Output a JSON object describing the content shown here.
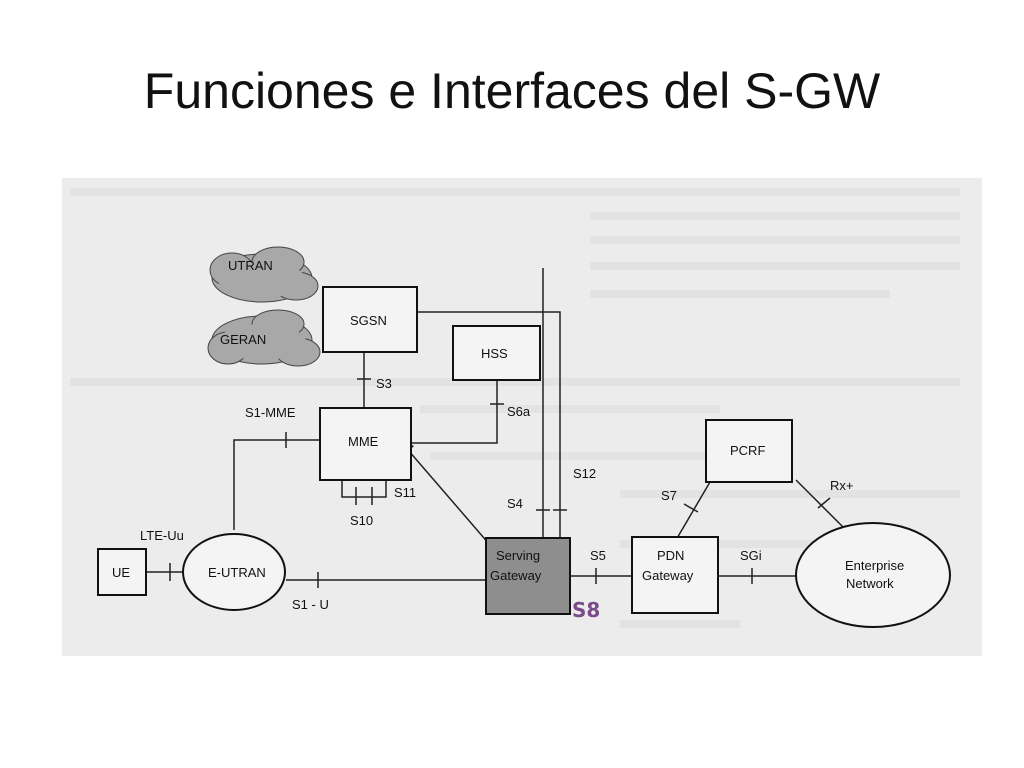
{
  "slide": {
    "title": "Funciones e Interfaces del S-GW"
  },
  "diagram": {
    "nodes": {
      "utran": "UTRAN",
      "geran": "GERAN",
      "sgsn": "SGSN",
      "hss": "HSS",
      "mme": "MME",
      "pcrf": "PCRF",
      "ue": "UE",
      "eutran": "E-UTRAN",
      "serving_gateway_line1": "Serving",
      "serving_gateway_line2": "Gateway",
      "pdn_gateway_line1": "PDN",
      "pdn_gateway_line2": "Gateway",
      "enterprise_network_line1": "Enterprise",
      "enterprise_network_line2": "Network"
    },
    "interfaces": {
      "s3": "S3",
      "s1_mme": "S1-MME",
      "s6a": "S6a",
      "s11": "S11",
      "s10": "S10",
      "s12": "S12",
      "s4": "S4",
      "s7": "S7",
      "rx_plus": "Rx+",
      "lte_uu": "LTE-Uu",
      "s5": "S5",
      "sgi": "SGi",
      "s1_u": "S1 - U",
      "s8_handwritten": "S8"
    },
    "colors": {
      "serving_gateway_fill": "#8e8e8e",
      "handwritten": "#7a4a8a",
      "cloud": "#a8a8a8"
    }
  }
}
